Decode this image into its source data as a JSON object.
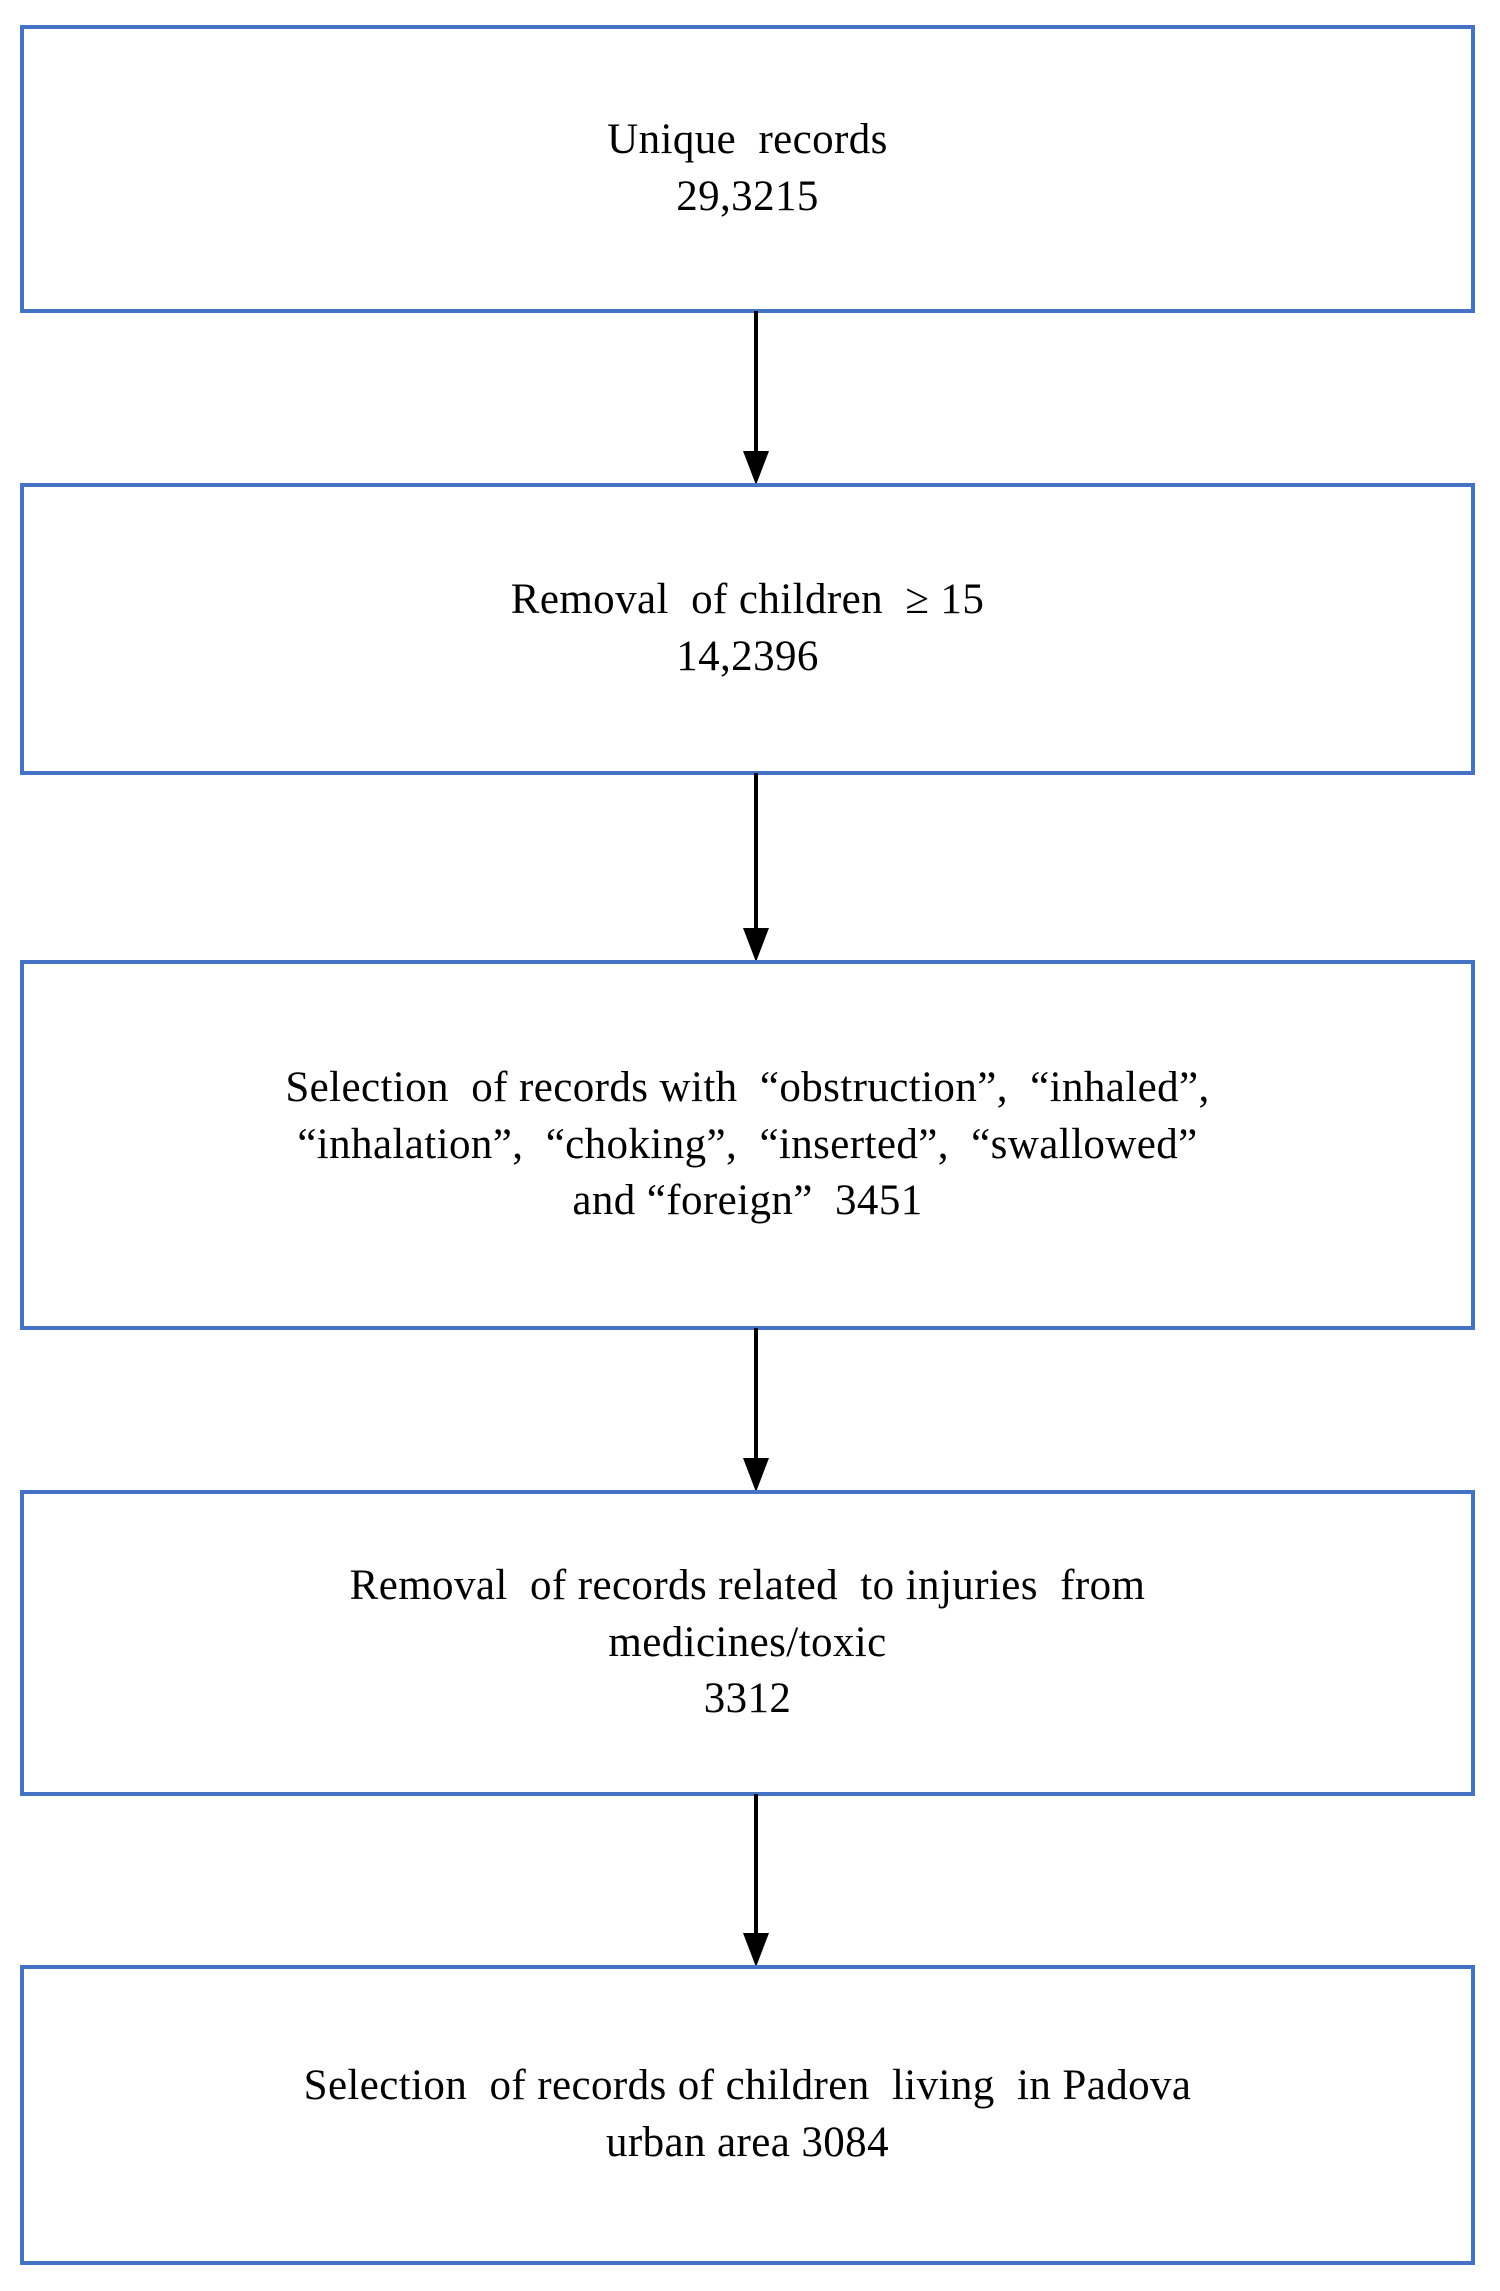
{
  "figure": {
    "kind": "flowchart",
    "orientation": "vertical",
    "box_border_color": "#4472C4",
    "box_fill_color": "#FFFFFF",
    "arrow_color": "#000000",
    "text_color": "#000000"
  },
  "boxes": [
    {
      "id": "unique-records",
      "lines": [
        "Unique  records",
        "29,3215"
      ],
      "count": "29,3215"
    },
    {
      "id": "removal-age",
      "lines": [
        "Removal  of children  ≥ 15",
        "14,2396"
      ],
      "count": "14,2396"
    },
    {
      "id": "selection-terms",
      "lines": [
        "Selection  of records with  “obstruction”,  “inhaled”,",
        "“inhalation”,  “choking”,  “inserted”,  “swallowed”",
        "and “foreign”  3451"
      ],
      "count": "3451"
    },
    {
      "id": "removal-medicine",
      "lines": [
        "Removal  of records related  to injuries  from",
        "medicines/toxic",
        "3312"
      ],
      "count": "3312"
    },
    {
      "id": "selection-padova",
      "lines": [
        "Selection  of records of children  living  in Padova",
        "urban area 3084"
      ],
      "count": "3084"
    }
  ],
  "connectors": [
    {
      "id": "connector-1",
      "from": "unique-records",
      "to": "removal-age",
      "glyph": "down-arrow"
    },
    {
      "id": "connector-2",
      "from": "removal-age",
      "to": "selection-terms",
      "glyph": "down-arrow"
    },
    {
      "id": "connector-3",
      "from": "selection-terms",
      "to": "removal-medicine",
      "glyph": "down-arrow"
    },
    {
      "id": "connector-4",
      "from": "removal-medicine",
      "to": "selection-padova",
      "glyph": "down-arrow"
    }
  ]
}
